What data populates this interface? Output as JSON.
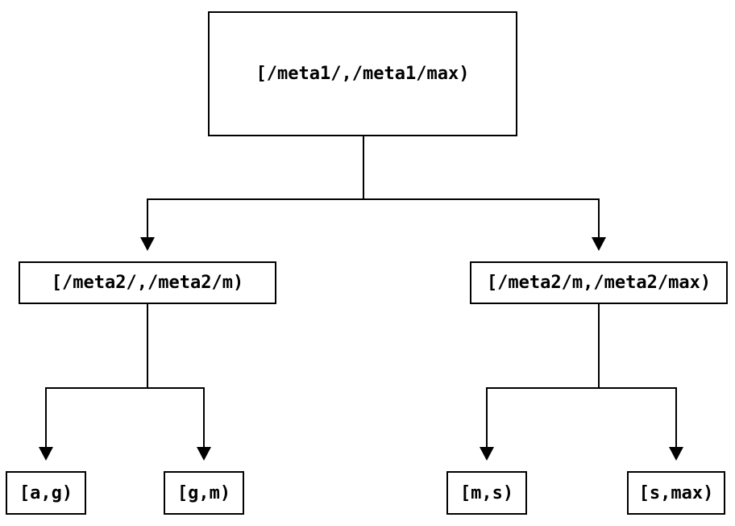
{
  "diagram": {
    "type": "tree",
    "description_colors": {
      "background": "#ffffff",
      "line": "#000000",
      "text": "#000000"
    },
    "nodes": {
      "root": {
        "label": "[/meta1/,/meta1/max)"
      },
      "left": {
        "label": "[/meta2/,/meta2/m)"
      },
      "right": {
        "label": "[/meta2/m,/meta2/max)"
      },
      "leaf_ag": {
        "label": "[a,g)"
      },
      "leaf_gm": {
        "label": "[g,m)"
      },
      "leaf_ms": {
        "label": "[m,s)"
      },
      "leaf_smax": {
        "label": "[s,max)"
      }
    },
    "edges": [
      {
        "from": "root",
        "to": "left"
      },
      {
        "from": "root",
        "to": "right"
      },
      {
        "from": "left",
        "to": "leaf_ag"
      },
      {
        "from": "left",
        "to": "leaf_gm"
      },
      {
        "from": "right",
        "to": "leaf_ms"
      },
      {
        "from": "right",
        "to": "leaf_smax"
      }
    ]
  }
}
